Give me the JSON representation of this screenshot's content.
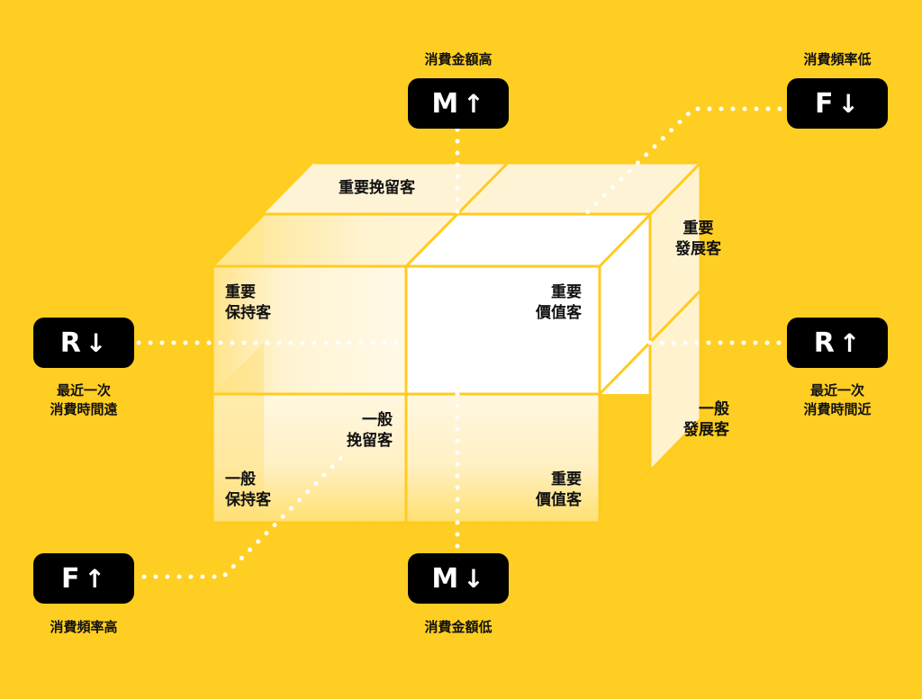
{
  "colors": {
    "background": "#FFCE22",
    "edge": "#FFCB1F",
    "badge_bg": "#000000",
    "badge_text": "#FFFFFF",
    "front_face": "#FFFFFF",
    "translucent_face": "#FFF6DC",
    "dots": "#FFFFFF"
  },
  "axes": {
    "m_up": {
      "letter": "M",
      "arrow": "↑",
      "icon": "arrow-up-icon",
      "caption": "消費金額高"
    },
    "m_down": {
      "letter": "M",
      "arrow": "↓",
      "icon": "arrow-down-icon",
      "caption": "消費金額低"
    },
    "f_up": {
      "letter": "F",
      "arrow": "↑",
      "icon": "arrow-up-icon",
      "caption": "消費頻率高"
    },
    "f_down": {
      "letter": "F",
      "arrow": "↓",
      "icon": "arrow-down-icon",
      "caption": "消費頻率低"
    },
    "r_up": {
      "letter": "R",
      "arrow": "↑",
      "icon": "arrow-up-icon",
      "caption": "最近一次\n消費時間近"
    },
    "r_down": {
      "letter": "R",
      "arrow": "↓",
      "icon": "arrow-down-icon",
      "caption": "最近一次\n消費時間遠"
    }
  },
  "segments": {
    "important_retain": "重要挽留客",
    "important_develop": "重要\n發展客",
    "important_keep": "重要\n保持客",
    "important_value": "重要\n價值客",
    "general_retain": "一般\n挽留客",
    "general_develop": "一般\n發展客",
    "general_keep": "一般\n保持客",
    "general_value": "重要\n價值客"
  }
}
